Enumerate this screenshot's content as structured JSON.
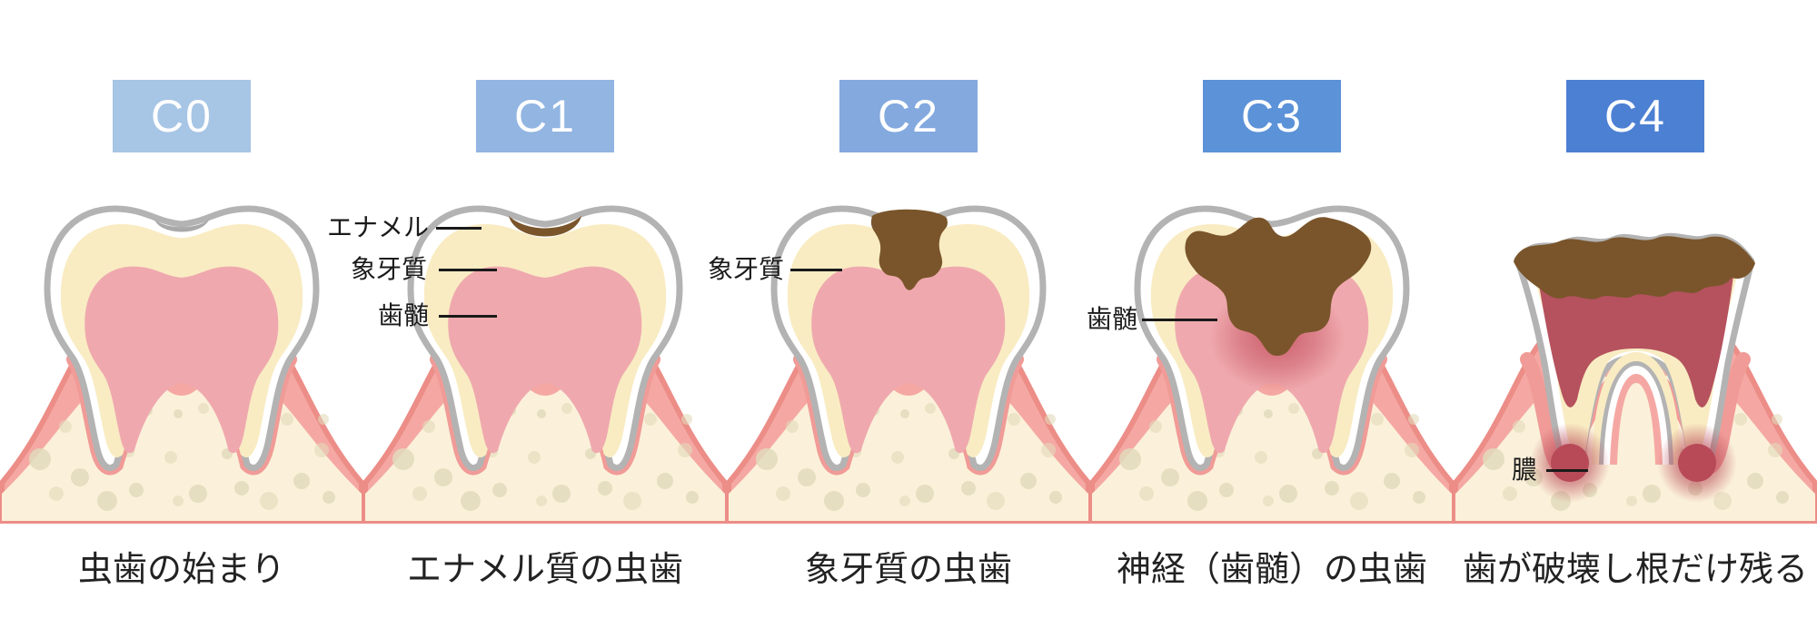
{
  "stages": [
    {
      "id": "C0",
      "badge_label": "C0",
      "badge_color": "#A7C5E5",
      "caption": "虫歯の始まり",
      "annotations": []
    },
    {
      "id": "C1",
      "badge_label": "C1",
      "badge_color": "#92B5E2",
      "caption": "エナメル質の虫歯",
      "annotations": [
        {
          "label": "エナメル"
        },
        {
          "label": "象牙質"
        },
        {
          "label": "歯髄"
        }
      ]
    },
    {
      "id": "C2",
      "badge_label": "C2",
      "badge_color": "#83A9DF",
      "caption": "象牙質の虫歯",
      "annotations": [
        {
          "label": "象牙質"
        }
      ]
    },
    {
      "id": "C3",
      "badge_label": "C3",
      "badge_color": "#5B92D8",
      "caption": "神経（歯髄）の虫歯",
      "annotations": [
        {
          "label": "歯髄"
        }
      ]
    },
    {
      "id": "C4",
      "badge_label": "C4",
      "badge_color": "#4C80D3",
      "caption": "歯が破壊し根だけ残る",
      "annotations": [
        {
          "label": "膿"
        }
      ]
    }
  ],
  "colors": {
    "background": "#FFFFFF",
    "badge_text": "#FFFFFF",
    "enamel": "#FFFFFF",
    "tooth_outline": "#B3B3B3",
    "dentin": "#F9ECC3",
    "pulp": "#EFA9AE",
    "gum": "#F5A8A3",
    "gum_outline": "#EC8D87",
    "socket": "#F09B97",
    "bone": "#FBF1DA",
    "bone_dot": "#E2DABB",
    "cavity": "#7A552B",
    "gray_spot": "#A9A9A9",
    "inflamed": "#C4515F",
    "abscess": "#B84A58",
    "c4_interior": "#B5525E",
    "label_text": "#1A1A1A",
    "caption_text": "#222222"
  }
}
